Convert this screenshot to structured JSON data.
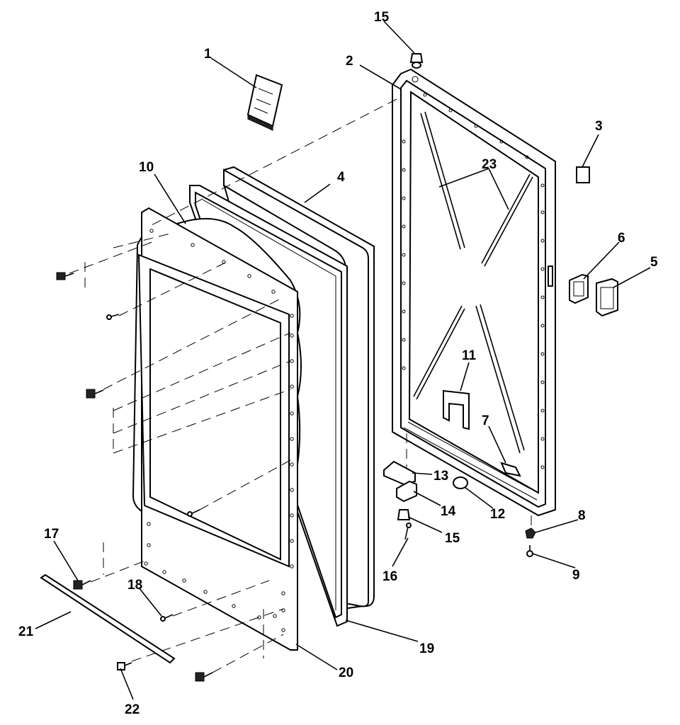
{
  "callouts": [
    {
      "id": "1",
      "text": "1"
    },
    {
      "id": "2",
      "text": "2"
    },
    {
      "id": "3",
      "text": "3"
    },
    {
      "id": "4",
      "text": "4"
    },
    {
      "id": "5",
      "text": "5"
    },
    {
      "id": "6",
      "text": "6"
    },
    {
      "id": "7",
      "text": "7"
    },
    {
      "id": "8",
      "text": "8"
    },
    {
      "id": "9",
      "text": "9"
    },
    {
      "id": "10",
      "text": "10"
    },
    {
      "id": "11",
      "text": "11"
    },
    {
      "id": "12",
      "text": "12"
    },
    {
      "id": "13",
      "text": "13"
    },
    {
      "id": "14",
      "text": "14"
    },
    {
      "id": "15a",
      "text": "15"
    },
    {
      "id": "15b",
      "text": "15"
    },
    {
      "id": "16",
      "text": "16"
    },
    {
      "id": "17",
      "text": "17"
    },
    {
      "id": "18",
      "text": "18"
    },
    {
      "id": "19",
      "text": "19"
    },
    {
      "id": "20",
      "text": "20"
    },
    {
      "id": "21",
      "text": "21"
    },
    {
      "id": "22",
      "text": "22"
    },
    {
      "id": "23",
      "text": "23"
    }
  ]
}
